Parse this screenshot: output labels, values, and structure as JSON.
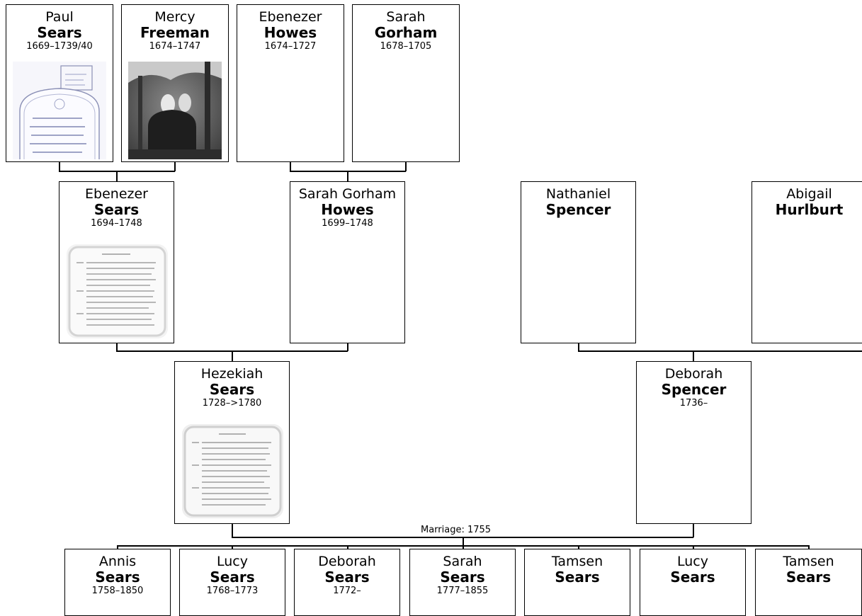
{
  "gen1": {
    "paul_sears": {
      "given": "Paul",
      "surname": "Sears",
      "dates": "1669–1739/40",
      "photo": "gravestone-photo"
    },
    "mercy_freeman": {
      "given": "Mercy",
      "surname": "Freeman",
      "dates": "1674–1747",
      "photo": "cemetery-photo"
    },
    "ebenezer_howes": {
      "given": "Ebenezer",
      "surname": "Howes",
      "dates": "1674–1727"
    },
    "sarah_gorham": {
      "given": "Sarah",
      "surname": "Gorham",
      "dates": "1678–1705"
    }
  },
  "gen2": {
    "ebenezer_sears": {
      "given": "Ebenezer",
      "surname": "Sears",
      "dates": "1694–1748",
      "photo": "document-page-photo"
    },
    "sarah_gorham_howes": {
      "given": "Sarah Gorham",
      "surname": "Howes",
      "dates": "1699–1748"
    },
    "nathaniel_spencer": {
      "given": "Nathaniel",
      "surname": "Spencer",
      "dates": ""
    },
    "abigail_hurlburt": {
      "given": "Abigail",
      "surname": "Hurlburt",
      "dates": ""
    }
  },
  "gen3": {
    "hezekiah_sears": {
      "given": "Hezekiah",
      "surname": "Sears",
      "dates": "1728–>1780",
      "photo": "document-page-photo"
    },
    "deborah_spencer": {
      "given": "Deborah",
      "surname": "Spencer",
      "dates": "1736–"
    }
  },
  "marriage_label": "Marriage: 1755",
  "children": [
    {
      "given": "Annis",
      "surname": "Sears",
      "dates": "1758–1850"
    },
    {
      "given": "Lucy",
      "surname": "Sears",
      "dates": "1768–1773"
    },
    {
      "given": "Deborah",
      "surname": "Sears",
      "dates": "1772–"
    },
    {
      "given": "Sarah",
      "surname": "Sears",
      "dates": "1777–1855"
    },
    {
      "given": "Tamsen",
      "surname": "Sears",
      "dates": ""
    },
    {
      "given": "Lucy",
      "surname": "Sears",
      "dates": ""
    },
    {
      "given": "Tamsen",
      "surname": "Sears",
      "dates": ""
    }
  ],
  "colors": {
    "line": "#000000",
    "card_border": "#000000",
    "background": "#ffffff"
  }
}
